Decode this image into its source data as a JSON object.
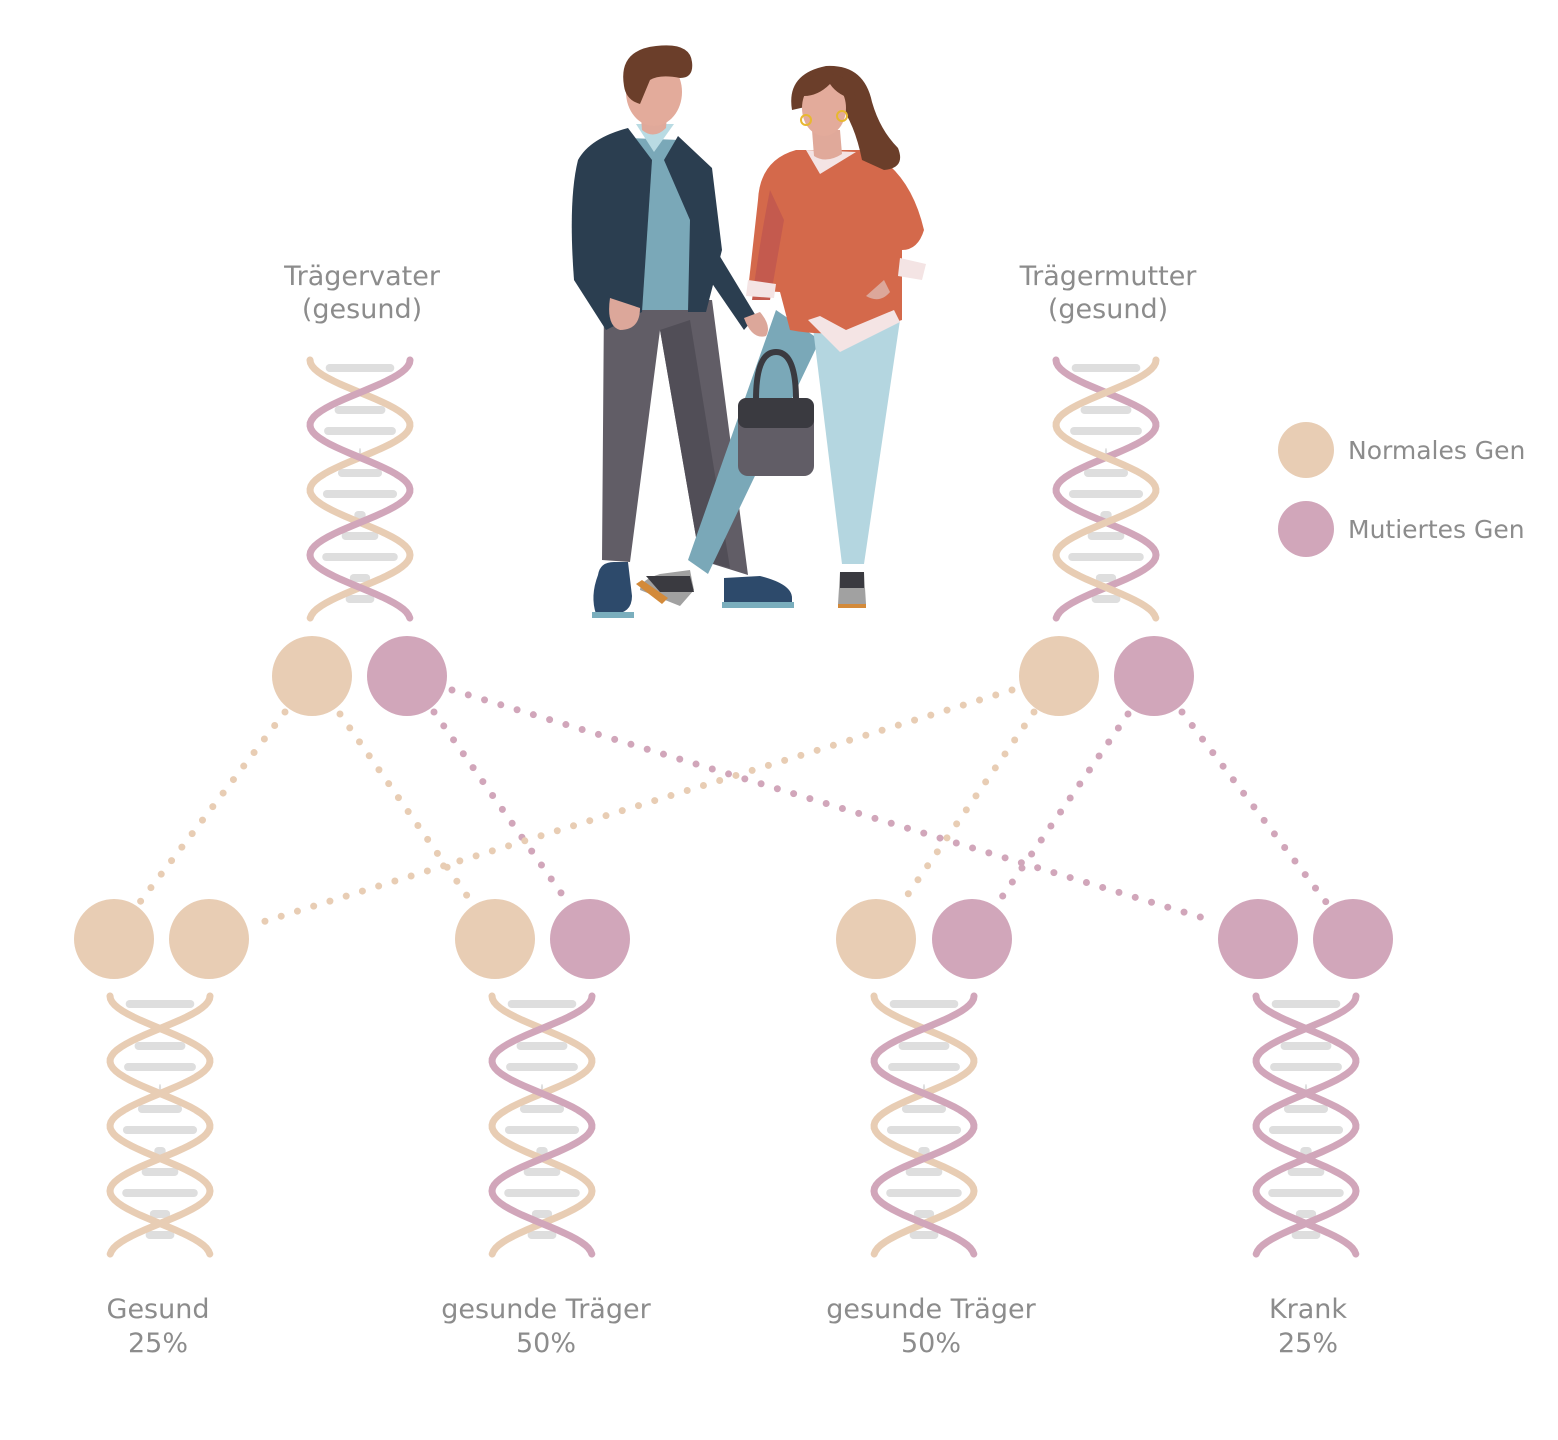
{
  "colors": {
    "normal": "#e8cdb4",
    "mutated": "#d1a6ba",
    "rung": "#dedede",
    "text": "#8c8c8c"
  },
  "parents": [
    {
      "name": "Trägervater",
      "status": "(gesund)",
      "genes": [
        "normal",
        "mutated"
      ]
    },
    {
      "name": "Trägermutter",
      "status": "(gesund)",
      "genes": [
        "normal",
        "mutated"
      ]
    }
  ],
  "legend": [
    {
      "label": "Normales Gen",
      "gene": "normal"
    },
    {
      "label": "Mutiertes Gen",
      "gene": "mutated"
    }
  ],
  "children": [
    {
      "label": "Gesund",
      "percent": "25%",
      "genes": [
        "normal",
        "normal"
      ]
    },
    {
      "label": "gesunde Träger",
      "percent": "50%",
      "genes": [
        "normal",
        "mutated"
      ]
    },
    {
      "label": "gesunde Träger",
      "percent": "50%",
      "genes": [
        "normal",
        "mutated"
      ]
    },
    {
      "label": "Krank",
      "percent": "25%",
      "genes": [
        "mutated",
        "mutated"
      ]
    }
  ],
  "illustration": {
    "subject": "couple-holding-hands"
  }
}
